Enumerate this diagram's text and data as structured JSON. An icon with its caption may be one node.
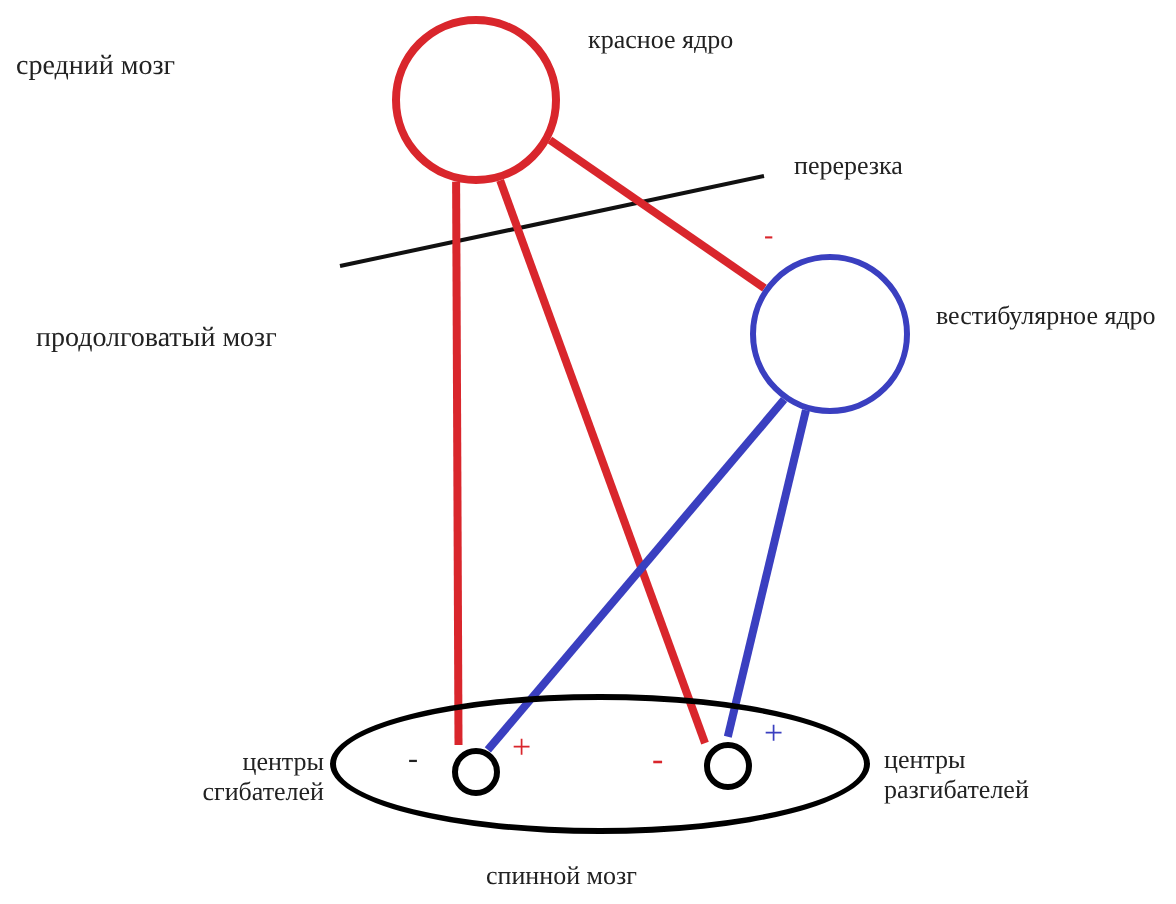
{
  "diagram": {
    "nodes": [
      {
        "text": [],
        "shape": "circle",
        "beside": [
          "красное ядро"
        ]
      },
      {
        "text": [],
        "shape": "circle",
        "beside": [
          "вестибулярное ядро"
        ]
      },
      {
        "text": [],
        "shape": "ellipse",
        "beside": [
          "спинной мозг"
        ]
      },
      {
        "text": [],
        "shape": "circle",
        "in": 2
      },
      {
        "text": [],
        "shape": "circle",
        "in": 2
      }
    ],
    "edges": [
      {
        "from": 0,
        "to": 3,
        "arrow": "none"
      },
      {
        "from": 0,
        "to": 4,
        "arrow": "none"
      },
      {
        "from": 0,
        "to": 1,
        "arrow": "none"
      },
      {
        "from": 1,
        "to": 3,
        "arrow": "none",
        "color": "#3a3fc0"
      },
      {
        "from": 1,
        "to": 4,
        "arrow": "none",
        "color": "#3a3fc0"
      }
    ],
    "labels": [
      "средний мозг",
      "перерезка",
      "-",
      "продолговатый мозг",
      "центры сгибателей",
      "-",
      "+",
      "-",
      "+",
      "центры разгибателей"
    ]
  }
}
